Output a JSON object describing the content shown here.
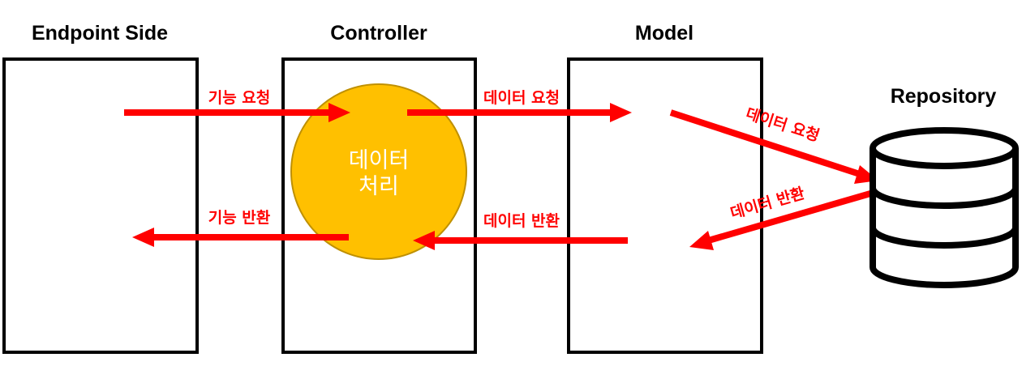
{
  "columns": {
    "endpoint": "Endpoint Side",
    "controller": "Controller",
    "model": "Model",
    "repository": "Repository"
  },
  "controller_circle": {
    "line1": "데이터",
    "line2": "처리",
    "fill": "#ffc000",
    "stroke": "#bf9000"
  },
  "arrows": {
    "feature_request": "기능 요청",
    "feature_return": "기능 반환",
    "data_request_controller": "데이터 요청",
    "data_return_controller": "데이터 반환",
    "data_request_repository": "데이터 요청",
    "data_return_repository": "데이터 반환"
  },
  "colors": {
    "arrow": "#ff0000",
    "box_border": "#000000",
    "text": "#000000"
  }
}
